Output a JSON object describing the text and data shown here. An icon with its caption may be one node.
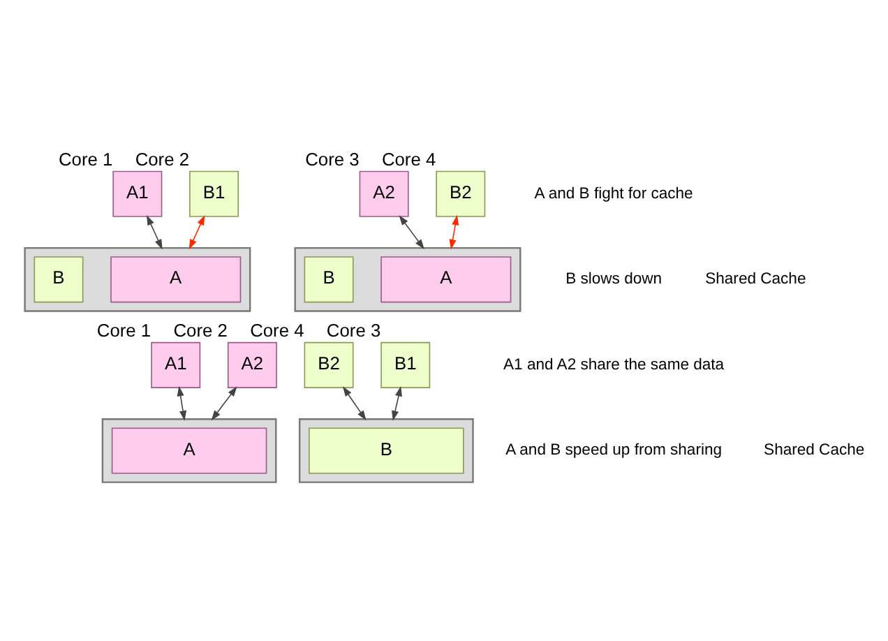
{
  "diagram": {
    "nodes": [
      {
        "text": [
          "A1"
        ],
        "beside": [
          "Core 1"
        ]
      },
      {
        "text": [
          "B1"
        ],
        "beside": [
          "Core 2"
        ]
      },
      {
        "text": [
          "A2"
        ],
        "beside": [
          "Core 3"
        ]
      },
      {
        "text": [
          "B2"
        ],
        "beside": [
          "Core 4"
        ]
      },
      {
        "text": [],
        "shape": "box"
      },
      {
        "text": [
          "A"
        ],
        "in": 4
      },
      {
        "text": [
          "B"
        ],
        "in": 4
      },
      {
        "text": [],
        "shape": "box"
      },
      {
        "text": [
          "A"
        ],
        "in": 7
      },
      {
        "text": [
          "B"
        ],
        "in": 7
      },
      {
        "text": [
          "A1"
        ],
        "beside": [
          "Core 1"
        ]
      },
      {
        "text": [
          "A2"
        ],
        "beside": [
          "Core 2"
        ]
      },
      {
        "text": [
          "B1"
        ],
        "beside": [
          "Core 3"
        ]
      },
      {
        "text": [
          "B2"
        ],
        "beside": [
          "Core 4"
        ]
      },
      {
        "text": [],
        "shape": "box"
      },
      {
        "text": [
          "A"
        ],
        "in": 14
      },
      {
        "text": [],
        "shape": "box"
      },
      {
        "text": [
          "B"
        ],
        "in": 16
      }
    ],
    "edges": [
      {
        "from": 0,
        "to": 4,
        "arrow": "both"
      },
      {
        "from": 1,
        "to": 4,
        "arrow": "both",
        "color": "#ff2a00"
      },
      {
        "from": 2,
        "to": 7,
        "arrow": "both"
      },
      {
        "from": 3,
        "to": 7,
        "arrow": "both",
        "color": "#ff2a00"
      },
      {
        "from": 10,
        "to": 14,
        "arrow": "both"
      },
      {
        "from": 11,
        "to": 14,
        "arrow": "both"
      },
      {
        "from": 12,
        "to": 16,
        "arrow": "both"
      },
      {
        "from": 13,
        "to": 16,
        "arrow": "both"
      }
    ],
    "labels": [
      "A and B fight for cache",
      "B slows down",
      "Shared Cache",
      "A1 and A2 share the same data",
      "A and B speed up from sharing",
      "Shared Cache"
    ]
  }
}
